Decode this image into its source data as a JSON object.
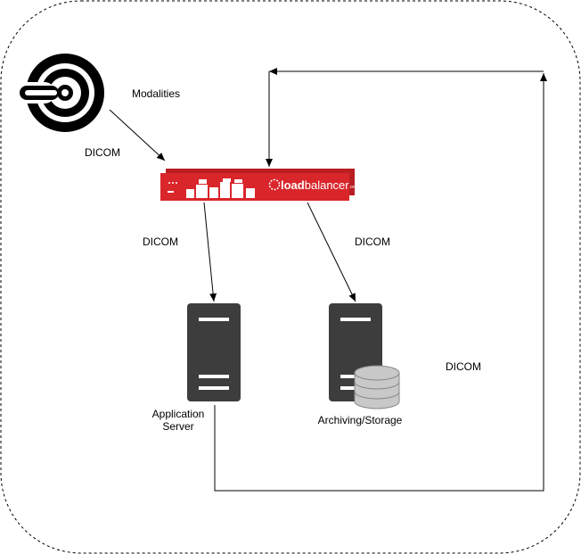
{
  "labels": {
    "modalities": "Modalities",
    "dicom_modalities": "DICOM",
    "dicom_app": "DICOM",
    "dicom_storage": "DICOM",
    "dicom_return": "DICOM",
    "app_server_line1": "Application",
    "app_server_line2": "Server",
    "archiving_storage": "Archiving/Storage"
  },
  "appliance": {
    "brand_bold": "load",
    "brand_rest": "balancer",
    "brand_suffix": ".org"
  },
  "colors": {
    "appliance_red": "#d9262b",
    "appliance_red_dark": "#b81e22",
    "server_gray": "#3d3d3d",
    "database_gray": "#c8c8c8",
    "line": "#000000"
  },
  "icons": {
    "modality": "mri-scanner-icon",
    "appliance": "load-balancer-appliance-icon",
    "app_server": "server-tower-icon",
    "storage": "server-tower-with-database-icon"
  }
}
